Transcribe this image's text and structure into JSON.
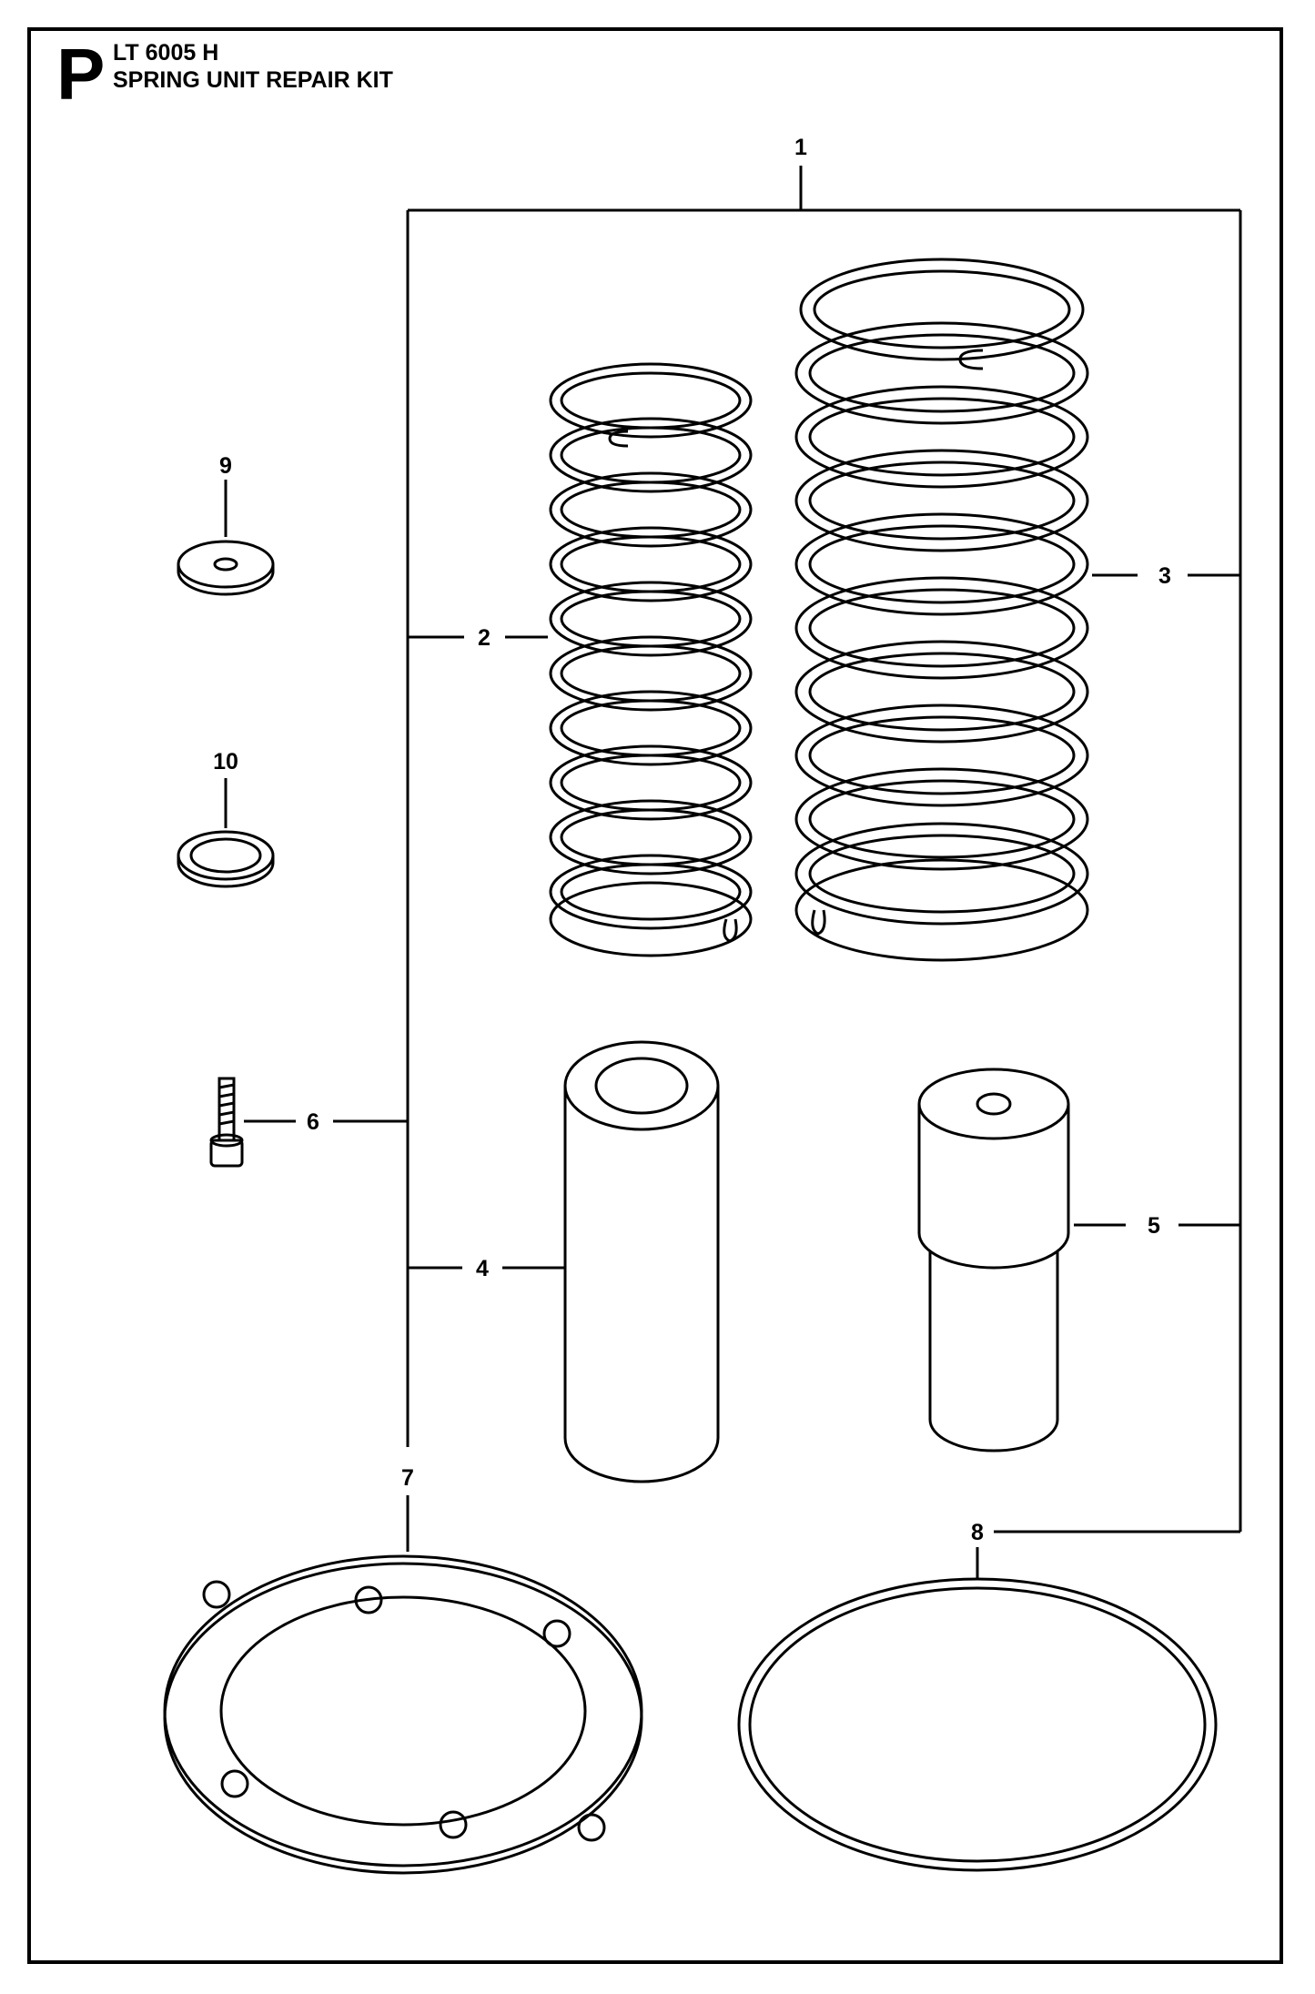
{
  "header": {
    "section_letter": "P",
    "model": "LT 6005 H",
    "title": "SPRING UNIT REPAIR KIT"
  },
  "callouts": {
    "c1": "1",
    "c2": "2",
    "c3": "3",
    "c4": "4",
    "c5": "5",
    "c6": "6",
    "c7": "7",
    "c8": "8",
    "c9": "9",
    "c10": "10"
  },
  "parts": [
    {
      "ref": "1",
      "item": "spring-unit-repair-kit"
    },
    {
      "ref": "2",
      "item": "small-coil-spring"
    },
    {
      "ref": "3",
      "item": "large-coil-spring"
    },
    {
      "ref": "4",
      "item": "tube-sleeve"
    },
    {
      "ref": "5",
      "item": "stepped-bushing"
    },
    {
      "ref": "6",
      "item": "socket-head-screw"
    },
    {
      "ref": "7",
      "item": "notched-ring-plate"
    },
    {
      "ref": "8",
      "item": "o-ring"
    },
    {
      "ref": "9",
      "item": "flat-washer"
    },
    {
      "ref": "10",
      "item": "sealing-ring"
    }
  ],
  "colors": {
    "line": "#000000",
    "background": "#ffffff"
  }
}
